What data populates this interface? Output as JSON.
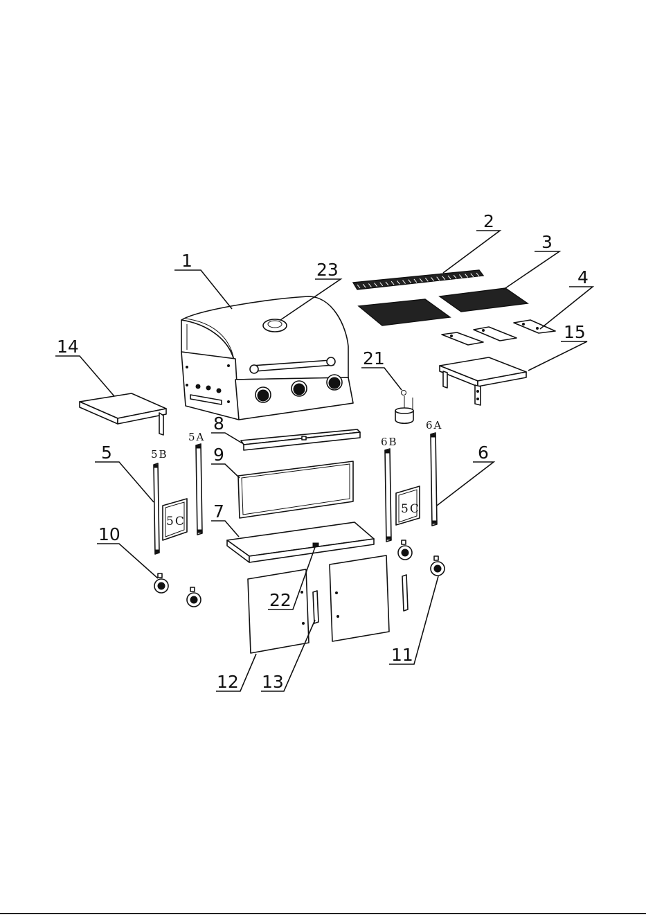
{
  "diagram": {
    "callouts": [
      {
        "id": "1",
        "label": "1"
      },
      {
        "id": "2",
        "label": "2"
      },
      {
        "id": "3",
        "label": "3"
      },
      {
        "id": "4",
        "label": "4"
      },
      {
        "id": "5",
        "label": "5"
      },
      {
        "id": "5A",
        "label": "5A"
      },
      {
        "id": "5B",
        "label": "5B"
      },
      {
        "id": "6",
        "label": "6"
      },
      {
        "id": "6A",
        "label": "6A"
      },
      {
        "id": "6B",
        "label": "6B"
      },
      {
        "id": "7",
        "label": "7"
      },
      {
        "id": "8",
        "label": "8"
      },
      {
        "id": "9",
        "label": "9"
      },
      {
        "id": "10",
        "label": "10"
      },
      {
        "id": "11",
        "label": "11"
      },
      {
        "id": "12",
        "label": "12"
      },
      {
        "id": "13",
        "label": "13"
      },
      {
        "id": "14",
        "label": "14"
      },
      {
        "id": "15",
        "label": "15"
      },
      {
        "id": "21",
        "label": "21"
      },
      {
        "id": "22",
        "label": "22"
      },
      {
        "id": "23",
        "label": "23"
      }
    ],
    "panel_labels": [
      "5C",
      "5C"
    ]
  }
}
